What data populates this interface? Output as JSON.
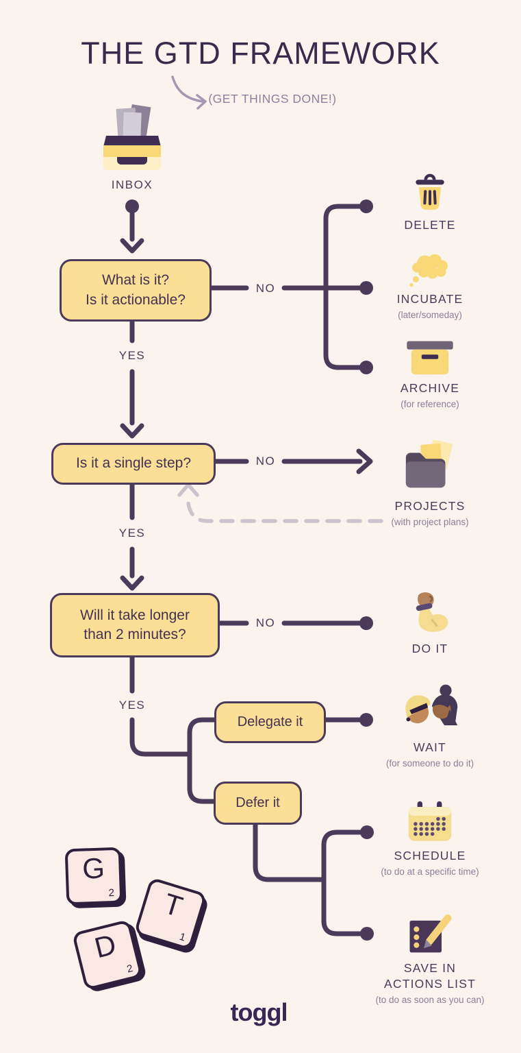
{
  "header": {
    "title": "THE GTD FRAMEWORK",
    "subtitle": "(GET THINGS DONE!)"
  },
  "flow": {
    "inbox_label": "INBOX",
    "yes_label": "YES",
    "no_label": "NO",
    "decisions": [
      {
        "line1": "What is it?",
        "line2": "Is it actionable?"
      },
      {
        "line1": "Is it a single step?",
        "line2": ""
      },
      {
        "line1": "Will it take longer",
        "line2": "than 2 minutes?"
      }
    ],
    "option_boxes": [
      {
        "label": "Delegate it"
      },
      {
        "label": "Defer it"
      }
    ],
    "outcomes": [
      {
        "icon": "trash-icon",
        "label1": "DELETE",
        "label2": "",
        "sub": ""
      },
      {
        "icon": "thought-cloud-icon",
        "label1": "INCUBATE",
        "label2": "",
        "sub": "(later/someday)"
      },
      {
        "icon": "archive-box-icon",
        "label1": "ARCHIVE",
        "label2": "",
        "sub": "(for reference)"
      },
      {
        "icon": "folder-icon",
        "label1": "PROJECTS",
        "label2": "",
        "sub": "(with project plans)"
      },
      {
        "icon": "flexed-arm-icon",
        "label1": "DO IT",
        "label2": "",
        "sub": ""
      },
      {
        "icon": "two-people-icon",
        "label1": "WAIT",
        "label2": "",
        "sub": "(for someone to do it)"
      },
      {
        "icon": "calendar-icon",
        "label1": "SCHEDULE",
        "label2": "",
        "sub": "(to do at a specific time)"
      },
      {
        "icon": "pencil-list-icon",
        "label1": "SAVE IN",
        "label2": "ACTIONS LIST",
        "sub": "(to do as soon as you can)"
      }
    ]
  },
  "tiles": [
    {
      "letter": "G",
      "score": "2"
    },
    {
      "letter": "T",
      "score": "1"
    },
    {
      "letter": "D",
      "score": "2"
    }
  ],
  "footer": {
    "logo": "toggl"
  },
  "colors": {
    "background": "#faf3ee",
    "line": "#4b3a59",
    "box_fill": "#fbdf97",
    "accent_yellow": "#f8d877",
    "title_text": "#3a2a4c",
    "muted_text": "#8d7d99",
    "dashed_line": "#c9c4cc",
    "tile_fill": "#f9e8e3",
    "tile_border": "#2e1f3d"
  }
}
